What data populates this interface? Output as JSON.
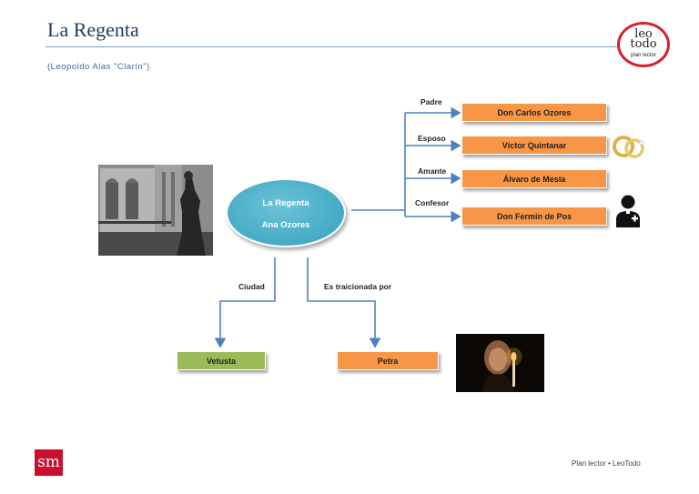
{
  "header": {
    "title": "La Regenta",
    "subtitle": "(Leopoldo Alas \"Clarín\")"
  },
  "logo": {
    "line1": "leo",
    "line2": "todo",
    "line3": "plan lector"
  },
  "diagram": {
    "center": {
      "line1": "La Regenta",
      "line2": "Ana Ozores"
    },
    "right_relations": [
      {
        "label": "Padre",
        "person": "Don Carlos Ozores"
      },
      {
        "label": "Esposo",
        "person": "Víctor Quintanar"
      },
      {
        "label": "Amante",
        "person": "Álvaro de Mesía"
      },
      {
        "label": "Confesor",
        "person": "Don Fermín de Pos"
      }
    ],
    "bottom_relations": [
      {
        "label": "Ciudad",
        "target": "Vetusta"
      },
      {
        "label": "Es traicionada por",
        "target": "Petra"
      }
    ]
  },
  "colors": {
    "orange_box": "#f79646",
    "green_box": "#9bbb59",
    "ellipse": "#4aaec8",
    "connector": "#4f81bd"
  },
  "brand": {
    "mark": "sm"
  },
  "footer": {
    "text": "Plan lector • LeoTodo"
  }
}
